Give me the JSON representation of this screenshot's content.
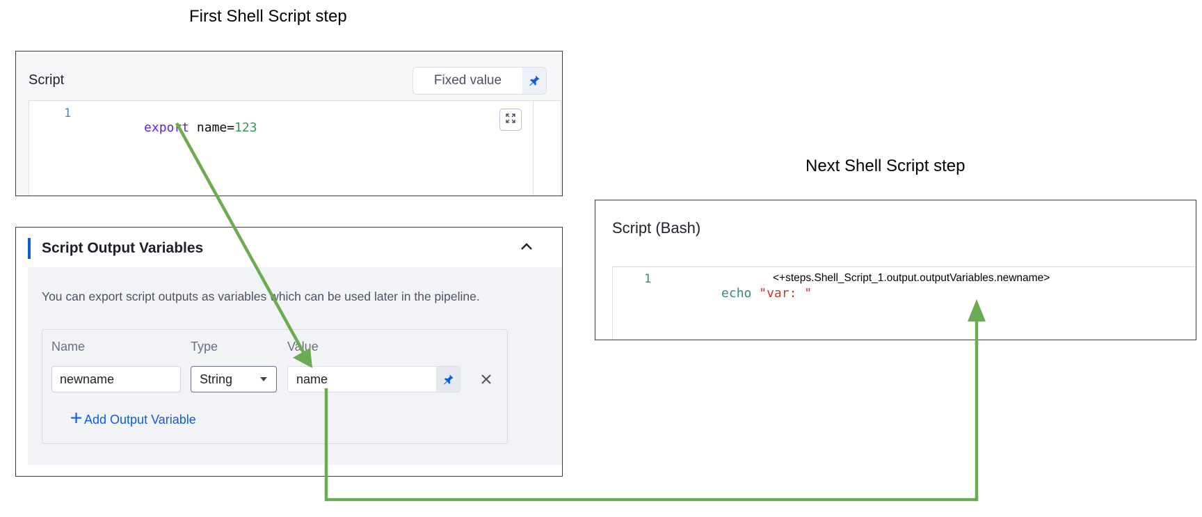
{
  "captions": {
    "first_step": "First Shell Script step",
    "next_step": "Next Shell Script step"
  },
  "first_step_panel": {
    "script_label": "Script",
    "fixed_value_label": "Fixed value",
    "editor": {
      "line_number": "1",
      "keyword": "export",
      "variable_assignment": " name=",
      "value": "123"
    }
  },
  "output_variables_panel": {
    "title": "Script Output Variables",
    "description": "You can export script outputs as variables which can be used later in the pipeline.",
    "columns": {
      "name": "Name",
      "type": "Type",
      "value": "Value"
    },
    "row": {
      "name": "newname",
      "type": "String",
      "value": "name"
    },
    "add_button_label": "Add Output Variable"
  },
  "next_step_panel": {
    "script_label": "Script (Bash)",
    "editor": {
      "line_number": "1",
      "command": "echo",
      "string": "\"var: \"",
      "expression": "<+steps.Shell_Script_1.output.outputVariables.newname>"
    }
  },
  "colors": {
    "arrow": "#6aac4f",
    "accent_blue": "#0a5ce0",
    "keyword": "#5b22e6",
    "number": "#2f9a5a",
    "string": "#c0392b"
  },
  "icons": [
    "pin-icon",
    "expand-icon",
    "chevron-up-icon",
    "caret-down-icon",
    "plus-icon",
    "close-icon"
  ]
}
